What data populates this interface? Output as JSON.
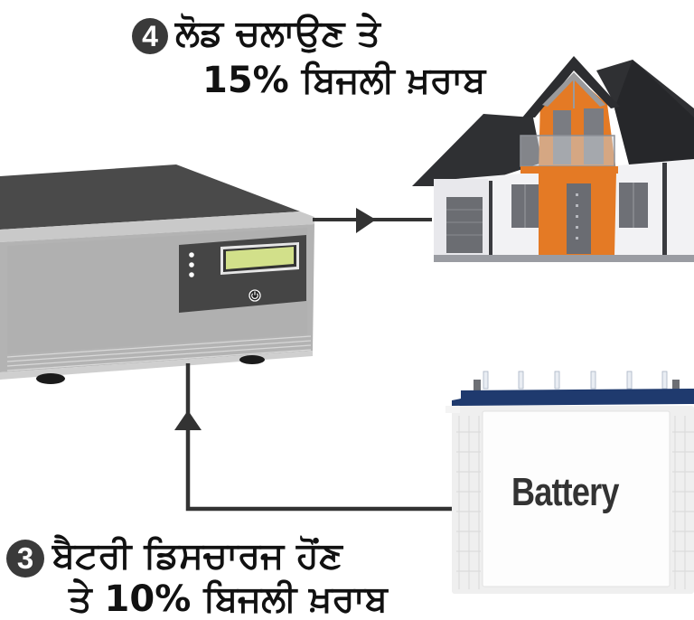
{
  "step4": {
    "number": "4",
    "line1": "ਲੋਡ ਚਲਾਉਣ ਤੇ",
    "line2": "15% ਬਿਜਲੀ ਖ਼ਰਾਬ"
  },
  "step3": {
    "number": "3",
    "line1": "ਬੈਟਰੀ ਡਿਸਚਾਰਜ ਹੋਂਣ",
    "line2": "ਤੇ 10% ਬਿਜਲੀ ਖ਼ਰਾਬ"
  },
  "battery": {
    "label": "Battery",
    "cap_color": "#1f3a6e"
  },
  "inverter": {
    "body_color": "#b3b3b3",
    "top_color": "#4a4a4a",
    "panel_color": "#454545",
    "display_color": "#d2e08a",
    "indicator_count": 3,
    "power_icon": "power-icon"
  },
  "house": {
    "roof_color": "#2f3033",
    "accent_color": "#e47a25",
    "wall_color": "#f2f2f4"
  },
  "connections": [
    {
      "from": "inverter",
      "to": "house",
      "direction": "right"
    },
    {
      "from": "battery",
      "to": "inverter",
      "direction": "up"
    }
  ],
  "colors": {
    "line": "#333333",
    "badge": "#3a3a3a"
  }
}
